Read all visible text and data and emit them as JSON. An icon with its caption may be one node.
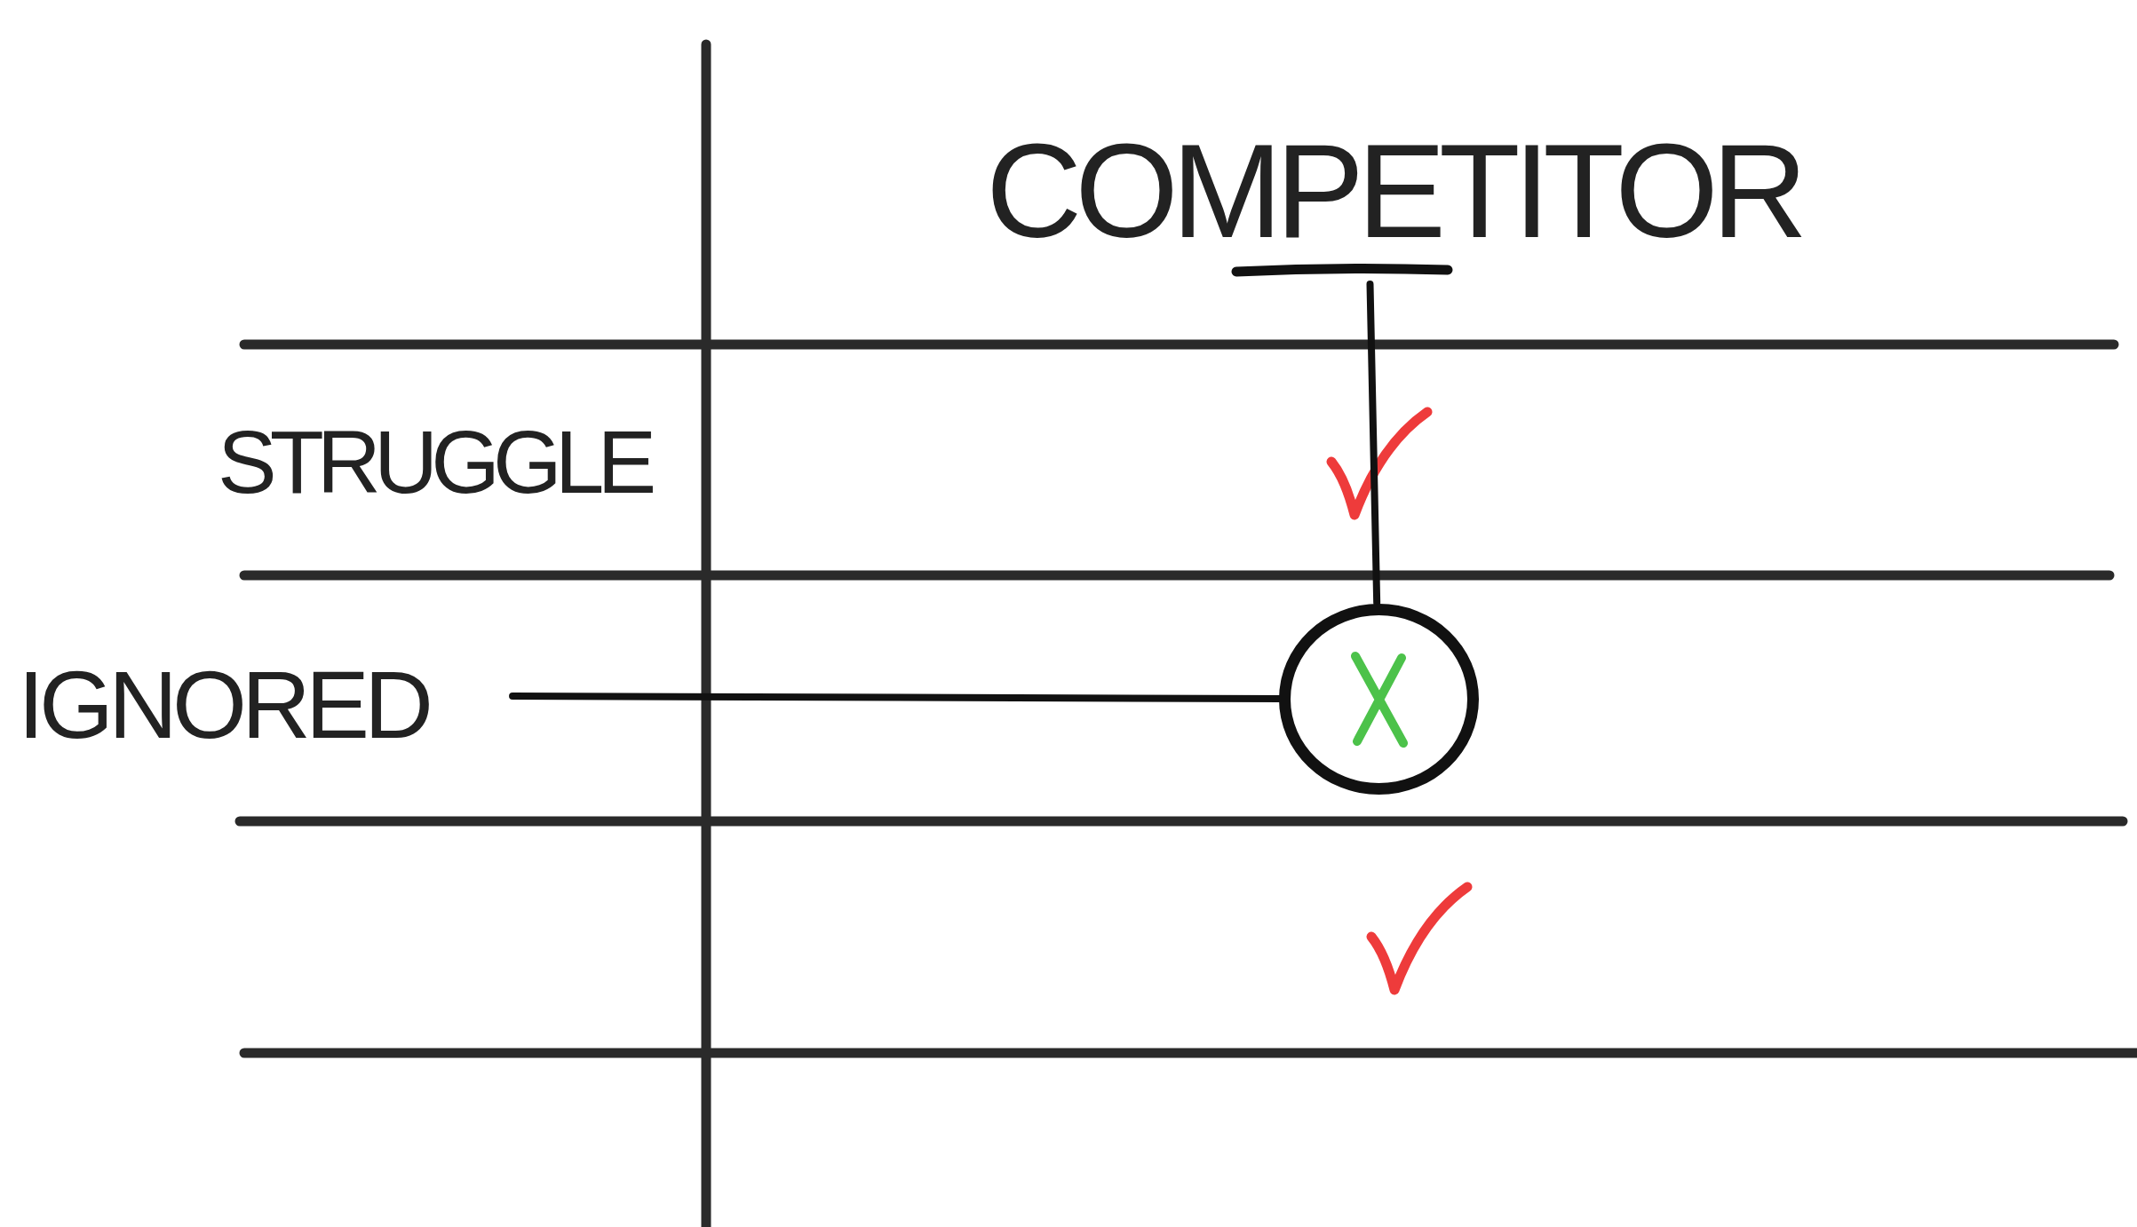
{
  "diagram": {
    "nodes": [
      {
        "text": [
          "COMPETITOR"
        ]
      },
      {
        "text": [
          "IGNORED"
        ]
      },
      {
        "text": [],
        "shape": "circle"
      }
    ],
    "edges": [
      {
        "from": 0,
        "to": 2,
        "arrow": "none"
      },
      {
        "from": 1,
        "to": 2,
        "arrow": "none"
      }
    ],
    "labels": [
      "STRUGGLE"
    ]
  }
}
